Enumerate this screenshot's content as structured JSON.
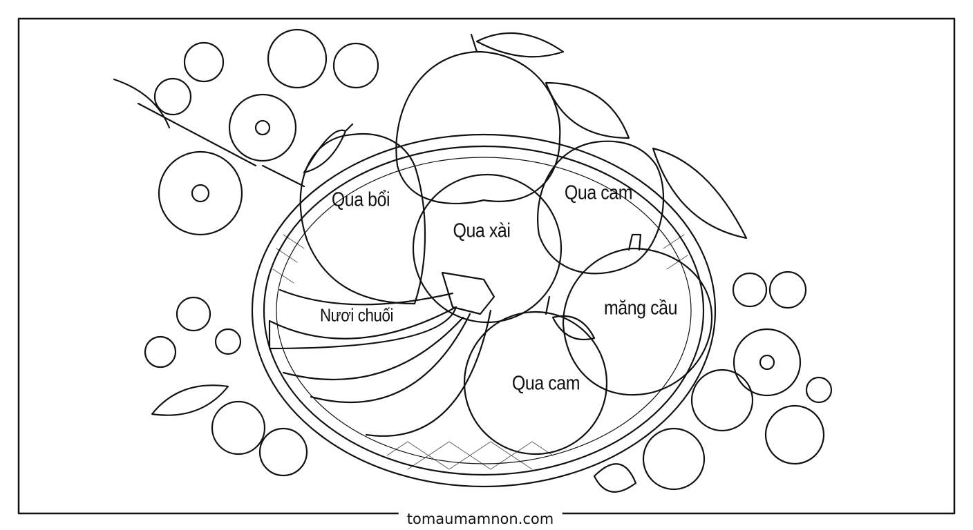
{
  "labels": {
    "qua_boi": "Qua bổi",
    "qua_xai": "Qua xài",
    "qua_cam_top": "Qua cam",
    "nuoi_chuoi": "Nươi chuối",
    "mang_cau": "măng cầu",
    "qua_cam_bottom": "Qua cam"
  },
  "footer": {
    "site": "tomaumamnon.com"
  },
  "colors": {
    "line": "#111111",
    "background": "#ffffff"
  }
}
